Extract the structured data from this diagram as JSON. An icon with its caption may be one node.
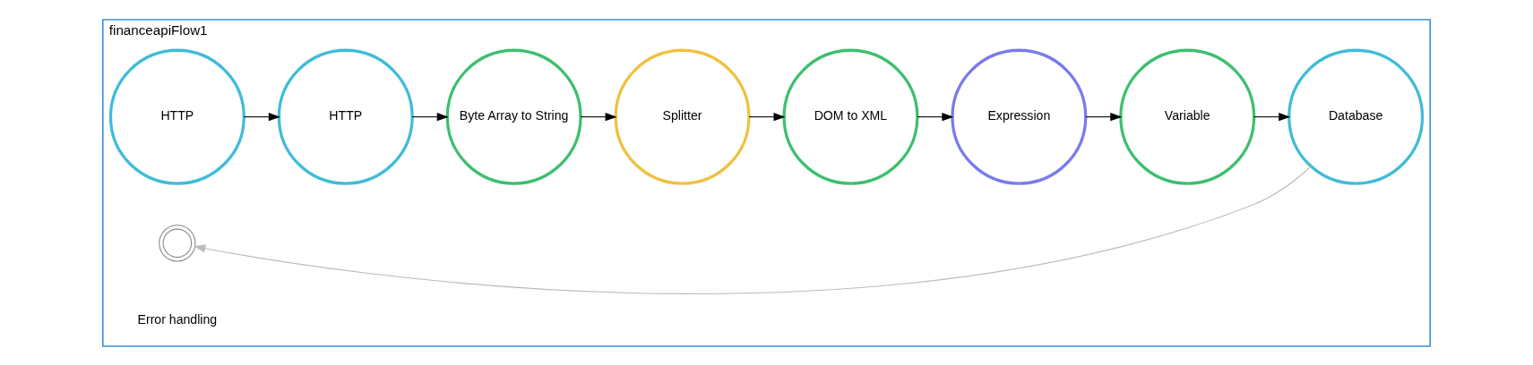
{
  "diagram": {
    "nodes": [
      {
        "text": [
          "financeapiFlow1"
        ]
      },
      {
        "text": [
          "HTTP"
        ],
        "in": 0
      },
      {
        "text": [
          "HTTP"
        ],
        "in": 0
      },
      {
        "text": [
          "Byte Array to String"
        ],
        "in": 0
      },
      {
        "text": [
          "Splitter"
        ],
        "in": 0
      },
      {
        "text": [
          "DOM to XML"
        ],
        "in": 0
      },
      {
        "text": [
          "Expression"
        ],
        "in": 0
      },
      {
        "text": [
          "Variable"
        ],
        "in": 0
      },
      {
        "text": [
          "Database"
        ],
        "in": 0
      },
      {
        "text": [],
        "shape": "picture",
        "in": 0
      }
    ],
    "edges": [
      {
        "from": 1,
        "to": 2,
        "arrow": "to"
      },
      {
        "from": 2,
        "to": 3,
        "arrow": "to"
      },
      {
        "from": 3,
        "to": 4,
        "arrow": "to"
      },
      {
        "from": 4,
        "to": 5,
        "arrow": "to"
      },
      {
        "from": 5,
        "to": 6,
        "arrow": "to"
      },
      {
        "from": 6,
        "to": 7,
        "arrow": "to"
      },
      {
        "from": 7,
        "to": 8,
        "arrow": "to"
      },
      {
        "from": 8,
        "to": 9,
        "arrow": "to",
        "color": "#bbbbbb"
      }
    ],
    "labels": [
      "Error handling"
    ]
  }
}
